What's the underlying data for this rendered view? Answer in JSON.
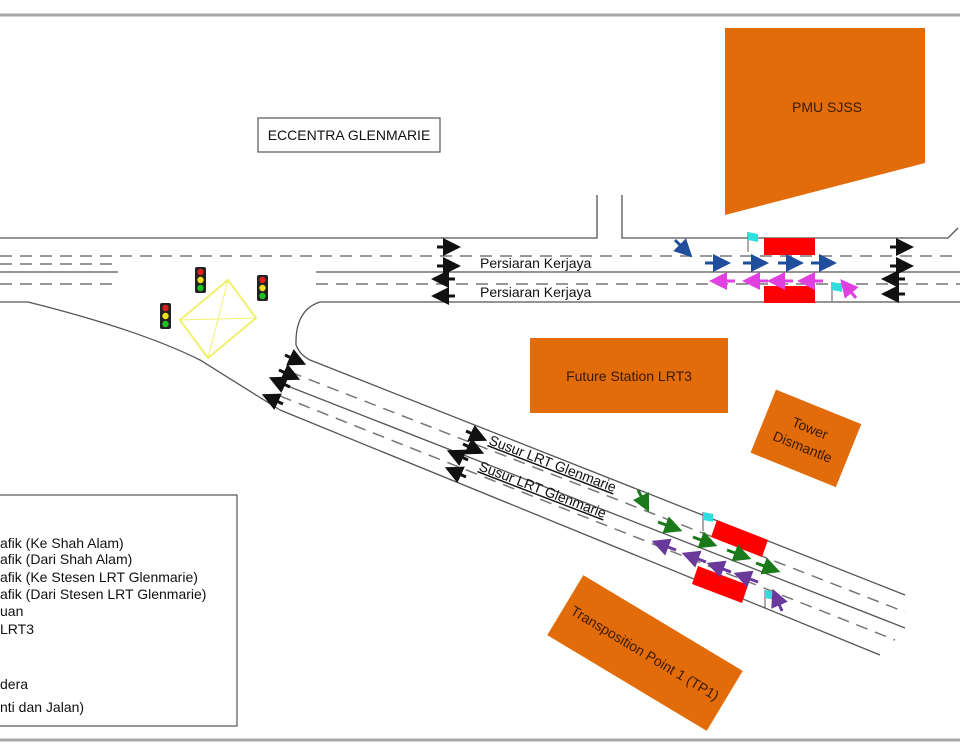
{
  "labels": {
    "eccentra": "ECCENTRA GLENMARIE",
    "pmu": "PMU SJSS",
    "future_station": "Future Station LRT3",
    "tower_line1": "Tower",
    "tower_line2": "Dismantle",
    "tp1": "Transposition Point 1 (TP1)",
    "road_kerjaya_1": "Persiaran Kerjaya",
    "road_kerjaya_2": "Persiaran Kerjaya",
    "road_susur_1": "Susur LRT Glenmarie",
    "road_susur_2": "Susur LRT Glenmarie"
  },
  "legend": {
    "items": [
      "afik (Ke Shah Alam)",
      "afik (Dari Shah Alam)",
      "afik (Ke Stesen LRT Glenmarie)",
      "afik (Dari Stesen LRT Glenmarie)",
      "uan",
      " LRT3",
      "",
      "dera",
      "nti dan Jalan)"
    ]
  },
  "colors": {
    "block_orange": "#e36c0a",
    "work_zone_red": "#ff0000",
    "flag_cyan": "#33dddd",
    "arrow_blue": "#1f4e9c",
    "arrow_magenta": "#e040e0",
    "arrow_green": "#1a7a1a",
    "arrow_purple": "#6a3a9a",
    "junction_box_yellow": "#f0f070"
  }
}
